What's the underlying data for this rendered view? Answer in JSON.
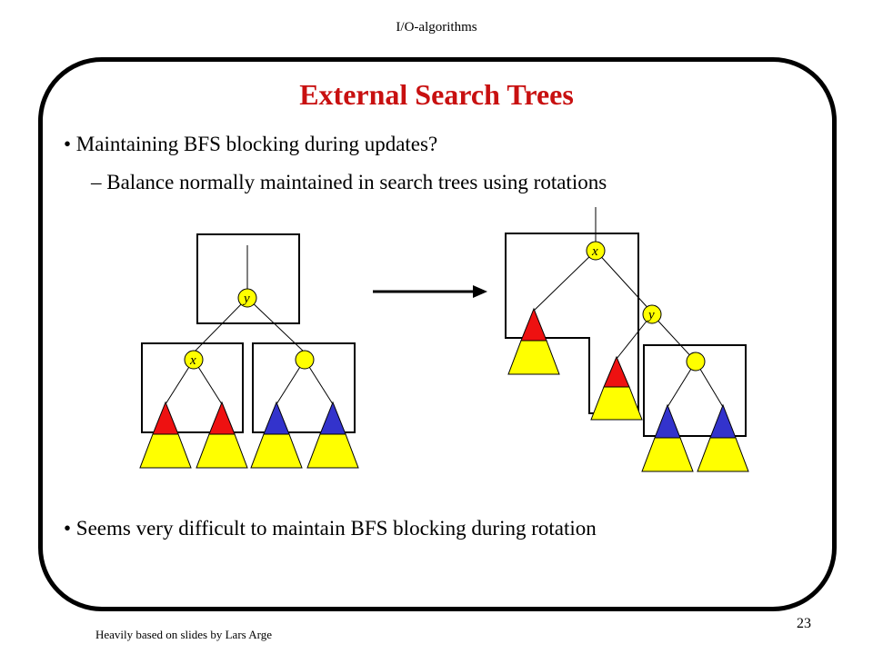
{
  "header": {
    "text": "I/O-algorithms"
  },
  "title": "External Search Trees",
  "bullets": {
    "b1": "•  Maintaining BFS blocking during updates?",
    "b2": "– Balance normally maintained in search trees using rotations",
    "b3": "•  Seems very difficult to maintain BFS blocking during rotation"
  },
  "footer": {
    "credit": "Heavily based on slides by Lars Arge",
    "page_number": "23"
  },
  "diagram": {
    "left_tree": {
      "root_label": "y",
      "child_label": "x"
    },
    "right_tree": {
      "root_label": "x",
      "child_label": "y"
    },
    "arrow": "rotation-arrow"
  },
  "colors": {
    "title": "#c81010",
    "red": "#ee1111",
    "yellow": "#ffff00",
    "blue": "#3333cc"
  }
}
